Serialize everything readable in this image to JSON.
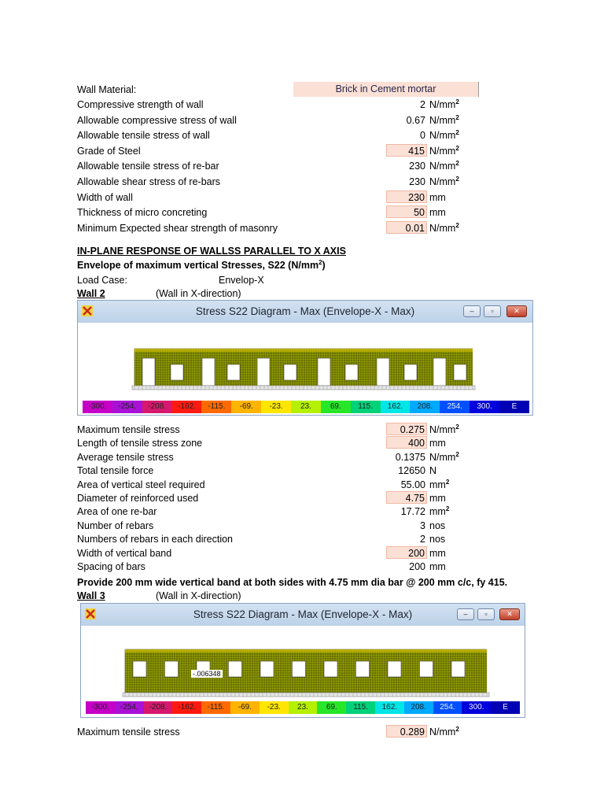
{
  "material_label": "Wall Material:",
  "material_value": "Brick in Cement mortar",
  "props": [
    {
      "label": "Compressive strength of wall",
      "value": "2",
      "unit": "N/mm",
      "sup": "2",
      "boxed": false
    },
    {
      "label": "Allowable compressive stress of wall",
      "value": "0.67",
      "unit": "N/mm",
      "sup": "2",
      "boxed": false
    },
    {
      "label": "Allowable tensile stress of wall",
      "value": "0",
      "unit": "N/mm",
      "sup": "2",
      "boxed": false
    },
    {
      "label": "Grade of Steel",
      "value": "415",
      "unit": "N/mm",
      "sup": "2",
      "boxed": true
    },
    {
      "label": "Allowable tensile stress of re-bar",
      "value": "230",
      "unit": "N/mm",
      "sup": "2",
      "boxed": false
    },
    {
      "label": "Allowable shear stress of re-bars",
      "value": "230",
      "unit": "N/mm",
      "sup": "2",
      "boxed": false
    },
    {
      "label": "Width of wall",
      "value": "230",
      "unit": "mm",
      "sup": "",
      "boxed": true
    },
    {
      "label": "Thickness of micro concreting",
      "value": "50",
      "unit": "mm",
      "sup": "",
      "boxed": true
    },
    {
      "label": "Minimum Expected shear strength of masonry",
      "value": "0.01",
      "unit": "N/mm",
      "sup": "2",
      "boxed": true
    }
  ],
  "section_title": "IN-PLANE RESPONSE OF WALLSS PARALLEL TO X AXIS",
  "envelope_title": "Envelope of maximum vertical Stresses, S22 (N/mm",
  "envelope_sup": "2",
  "envelope_close": ")",
  "load_case_label": "Load Case:",
  "load_case_value": "Envelop-X",
  "wall2_label": "Wall 2",
  "wall2_dir": "(Wall in X-direction)",
  "window_title": "Stress S22 Diagram - Max   (Envelope-X - Max)",
  "legend": [
    "-300.",
    "-254.",
    "-208.",
    "-162.",
    "-115.",
    "-69.",
    "-23.",
    "23.",
    "69.",
    "115.",
    "162.",
    "208.",
    "254.",
    "300.",
    "E"
  ],
  "legend_colors": [
    "#c600c6",
    "#a812d6",
    "#d6196e",
    "#ff1a10",
    "#ff6a00",
    "#ffb400",
    "#ffe600",
    "#b4f000",
    "#28e628",
    "#00d27a",
    "#00e6e6",
    "#00aaff",
    "#0050ff",
    "#0000dc",
    "#0000b4"
  ],
  "wall2_rows": [
    {
      "label": "Maximum tensile stress",
      "value": "0.275",
      "unit": "N/mm",
      "sup": "2",
      "boxed": true
    },
    {
      "label": "Length of tensile stress zone",
      "value": "400",
      "unit": "mm",
      "sup": "",
      "boxed": true
    },
    {
      "label": "Average tensile stress",
      "value": "0.1375",
      "unit": "N/mm",
      "sup": "2",
      "boxed": false
    },
    {
      "label": "Total tensile force",
      "value": "12650",
      "unit": "N",
      "sup": "",
      "boxed": false
    },
    {
      "label": "Area of vertical steel required",
      "value": "55.00",
      "unit": "mm",
      "sup": "2",
      "boxed": false
    },
    {
      "label": "Diameter of reinforced used",
      "value": "4.75",
      "unit": "mm",
      "sup": "",
      "boxed": true
    },
    {
      "label": "Area of one re-bar",
      "value": "17.72",
      "unit": "mm",
      "sup": "2",
      "boxed": false
    },
    {
      "label": "Number of rebars",
      "value": "3",
      "unit": "nos",
      "sup": "",
      "boxed": false
    },
    {
      "label": "Numbers of rebars in each direction",
      "value": "2",
      "unit": "nos",
      "sup": "",
      "boxed": false
    },
    {
      "label": "Width of vertical band",
      "value": "200",
      "unit": "mm",
      "sup": "",
      "boxed": true
    },
    {
      "label": "Spacing of bars",
      "value": "200",
      "unit": "mm",
      "sup": "",
      "boxed": false
    }
  ],
  "wall2_conclusion": "Provide 200 mm wide vertical band at both sides with 4.75 mm dia bar @ 200 mm c/c, fy 415.",
  "wall3_label": "Wall 3",
  "wall3_dir": "(Wall in X-direction)",
  "wall3_annotation": "-.006348",
  "wall3_rows": [
    {
      "label": "Maximum tensile stress",
      "value": "0.289",
      "unit": "N/mm",
      "sup": "2",
      "boxed": true
    }
  ],
  "window_buttons": {
    "minimize": "–",
    "maximize": "▫",
    "close": "✕"
  }
}
